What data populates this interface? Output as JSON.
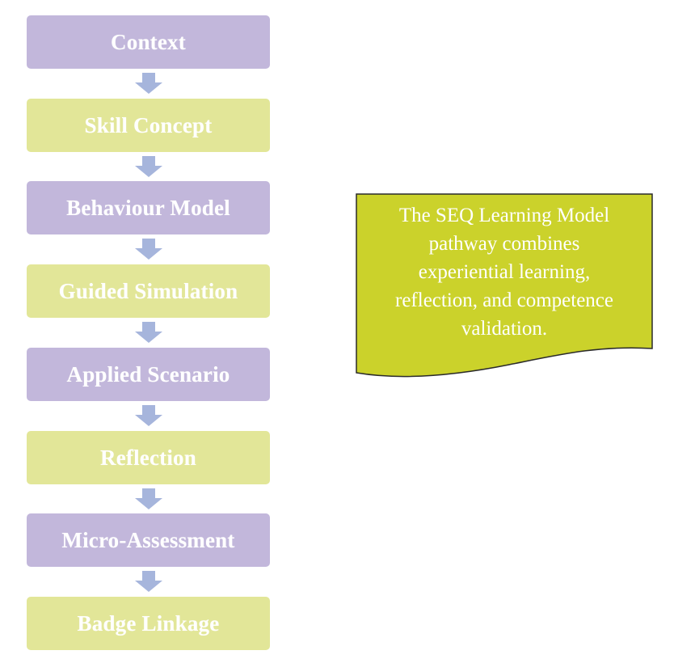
{
  "colors": {
    "purple": "#c2b7db",
    "green": "#e2e698",
    "arrow": "#a6b5dc",
    "note_fill": "#cbd22b",
    "note_stroke": "#2a2a2a"
  },
  "steps": [
    {
      "label": "Context",
      "color": "#c2b7db"
    },
    {
      "label": "Skill Concept",
      "color": "#e2e698"
    },
    {
      "label": "Behaviour Model",
      "color": "#c2b7db"
    },
    {
      "label": "Guided Simulation",
      "color": "#e2e698"
    },
    {
      "label": "Applied Scenario",
      "color": "#c2b7db"
    },
    {
      "label": "Reflection",
      "color": "#e2e698"
    },
    {
      "label": "Micro-Assessment",
      "color": "#c2b7db"
    },
    {
      "label": "Badge Linkage",
      "color": "#e2e698"
    }
  ],
  "note": {
    "lines": [
      "The SEQ Learning Model",
      "pathway combines",
      "experiential learning,",
      "reflection, and competence",
      "validation."
    ]
  }
}
